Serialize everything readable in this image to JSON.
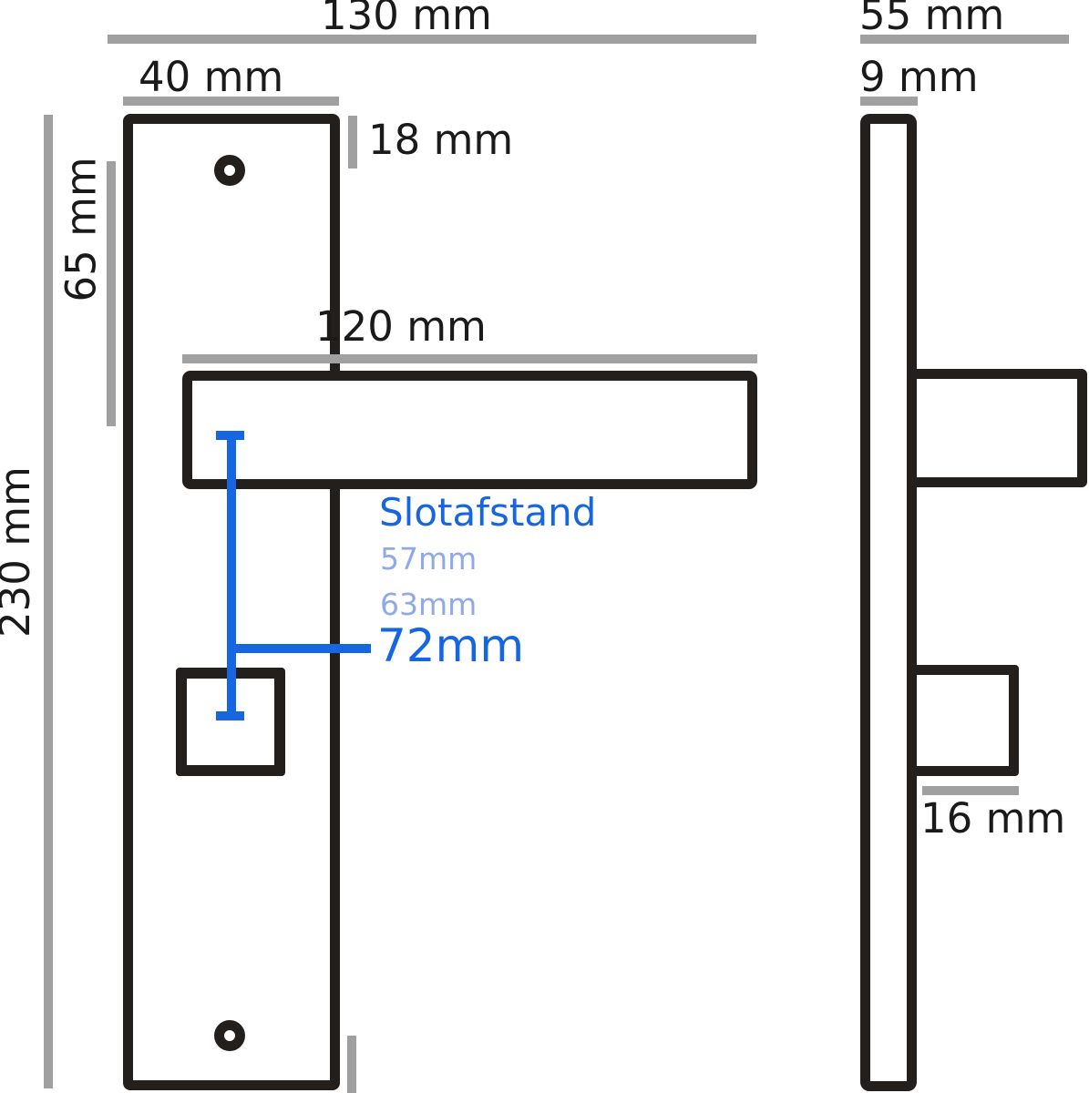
{
  "colors": {
    "accent_blue": "#1566e0",
    "light_blue": "#8fa9e9",
    "dimension_gray": "#a0a0a0",
    "outline_black": "#231f1c"
  },
  "front_view": {
    "total_width_label": "130 mm",
    "plate_width_label": "40 mm",
    "screw_offset_label": "18 mm",
    "handle_center_label": "65 mm",
    "plate_height_label": "230 mm",
    "handle_length_label": "120 mm",
    "slotafstand": {
      "title": "Slotafstand",
      "option_57": "57mm",
      "option_63": "63mm",
      "option_72": "72mm"
    }
  },
  "side_view": {
    "total_depth_label": "55 mm",
    "plate_thickness_label": "9 mm",
    "cylinder_depth_label": "16 mm"
  }
}
